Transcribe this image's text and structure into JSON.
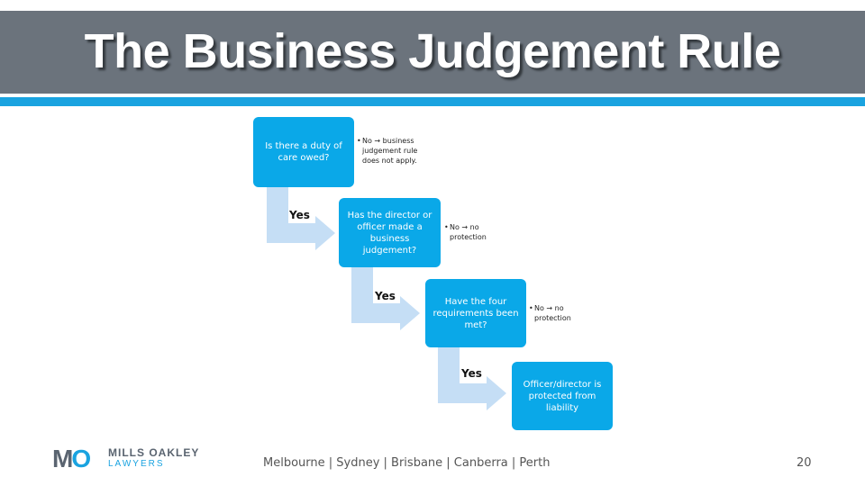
{
  "title": "The Business Judgement Rule",
  "steps": [
    {
      "question": "Is there a duty of care owed?",
      "note": "No → business judgement rule does not apply."
    },
    {
      "question": "Has the director or officer made a business judgement?",
      "note": "No → no protection"
    },
    {
      "question": "Have the four requirements been met?",
      "note": "No → no protection"
    },
    {
      "question": "Officer/director is protected from liability"
    }
  ],
  "yes_label": "Yes",
  "footer": {
    "cities": "Melbourne | Sydney | Brisbane | Canberra | Perth",
    "page_number": "20"
  },
  "logo": {
    "mark_m": "M",
    "mark_o": "O",
    "name": "MILLS OAKLEY",
    "sub": "LAWYERS"
  },
  "colors": {
    "title_bar": "#6b737c",
    "accent": "#1aa3e0",
    "box": "#0aa8e8",
    "arrow": "#c5def5"
  }
}
